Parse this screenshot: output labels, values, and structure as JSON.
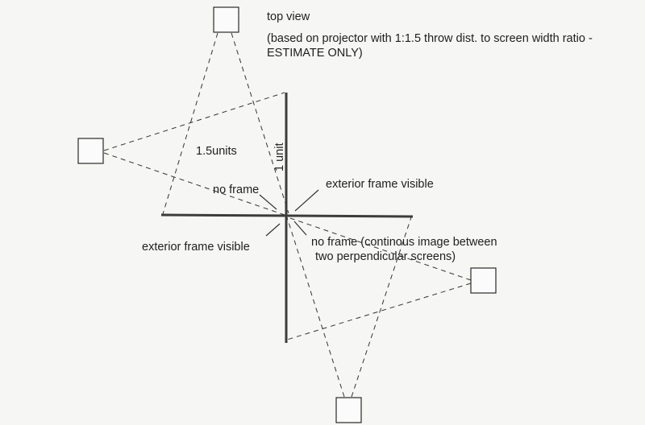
{
  "title": "top view",
  "subtitle_line1": "(based on projector with 1:1.5 throw dist. to screen width ratio -",
  "subtitle_line2": "ESTIMATE ONLY)",
  "labels": {
    "throw_distance": "1.5units",
    "screen_width": "1 unit",
    "no_frame": "no frame",
    "exterior_frame_visible_top": "exterior frame visible",
    "exterior_frame_visible_bottom": "exterior frame visible",
    "no_frame_continuous_line1": "no frame (continous image between",
    "no_frame_continuous_line2": "two perpendicular screens)"
  },
  "colors": {
    "background": "#f6f6f4",
    "ink": "#1e1e1e"
  }
}
